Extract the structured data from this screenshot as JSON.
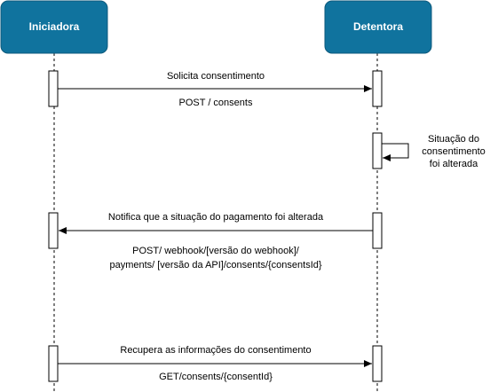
{
  "colors": {
    "actor_fill": "#10739e",
    "actor_stroke": "#0e5a7c",
    "line": "#000000",
    "activation_fill": "#ffffff"
  },
  "actors": [
    {
      "label": "Iniciadora"
    },
    {
      "label": "Detentora"
    }
  ],
  "messages": [
    {
      "label": "Solicita consentimento",
      "sublabel": "POST / consents"
    },
    {
      "label_lines": [
        "Situação do",
        "consentimento",
        "foi alterada"
      ]
    },
    {
      "label": "Notifica que a situação do pagamento foi alterada",
      "sublabel_lines": [
        "POST/ webhook/[versão do webhook]/",
        "payments/ [versão da API]/consents/{consentsId}"
      ]
    },
    {
      "label": "Recupera as informações do consentimento",
      "sublabel": "GET/consents/{consentId}"
    }
  ]
}
